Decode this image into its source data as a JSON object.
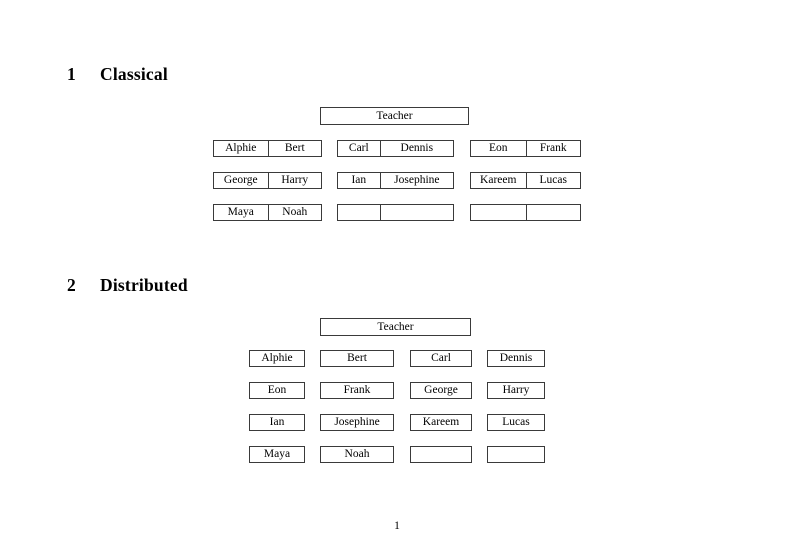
{
  "document": {
    "page_number": "1"
  },
  "sections": [
    {
      "number": "1",
      "title": "Classical",
      "root_label": "Teacher",
      "groups": [
        {
          "rows": [
            {
              "left": "Alphie",
              "right": "Bert"
            },
            {
              "left": "George",
              "right": "Harry"
            },
            {
              "left": "Maya",
              "right": "Noah"
            }
          ]
        },
        {
          "rows": [
            {
              "left": "Carl",
              "right": "Dennis"
            },
            {
              "left": "Ian",
              "right": "Josephine"
            },
            {
              "left": "",
              "right": ""
            }
          ]
        },
        {
          "rows": [
            {
              "left": "Eon",
              "right": "Frank"
            },
            {
              "left": "Kareem",
              "right": "Lucas"
            },
            {
              "left": "",
              "right": ""
            }
          ]
        }
      ]
    },
    {
      "number": "2",
      "title": "Distributed",
      "root_label": "Teacher",
      "grid": [
        [
          "Alphie",
          "Bert",
          "Carl",
          "Dennis"
        ],
        [
          "Eon",
          "Frank",
          "George",
          "Harry"
        ],
        [
          "Ian",
          "Josephine",
          "Kareem",
          "Lucas"
        ],
        [
          "Maya",
          "Noah",
          "",
          ""
        ]
      ]
    }
  ]
}
